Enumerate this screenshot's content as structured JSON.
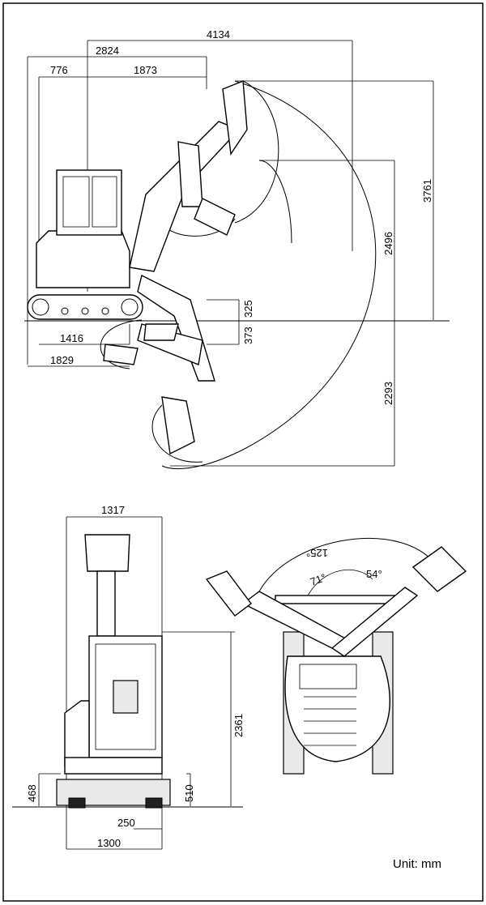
{
  "side_view": {
    "dims": {
      "overall_reach": "4134",
      "reach_to_cab": "2824",
      "tail_offset": "776",
      "cab_to_arm": "1873",
      "max_height": "3761",
      "dump_height": "2496",
      "dig_depth": "2293",
      "blade_lift": "325",
      "blade_drop": "373",
      "track_length": "1416",
      "overall_length": "1829"
    }
  },
  "front_view": {
    "dims": {
      "boom_width": "1317",
      "overall_height": "2361",
      "track_height": "468",
      "blade_height": "510",
      "track_width": "250",
      "overall_width": "1300"
    }
  },
  "top_view": {
    "dims": {
      "swing_angle": "125°",
      "left_offset_angle": "71°",
      "right_offset_angle": "54°"
    }
  },
  "unit_label": "Unit: mm"
}
